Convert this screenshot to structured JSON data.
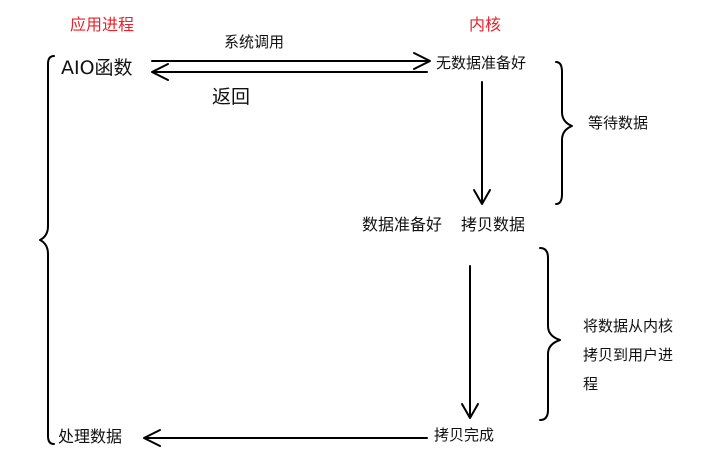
{
  "columns": {
    "app_process": "应用进程",
    "kernel": "内核"
  },
  "nodes": {
    "aio_function": "AIO函数",
    "no_data_ready": "无数据准备好",
    "data_ready": "数据准备好",
    "copy_data": "拷贝数据",
    "copy_done": "拷贝完成",
    "process_data": "处理数据"
  },
  "edges": {
    "syscall": "系统调用",
    "return": "返回"
  },
  "phases": {
    "wait_data": "等待数据",
    "copy_to_user": "将数据从内核拷贝到用户进程"
  }
}
